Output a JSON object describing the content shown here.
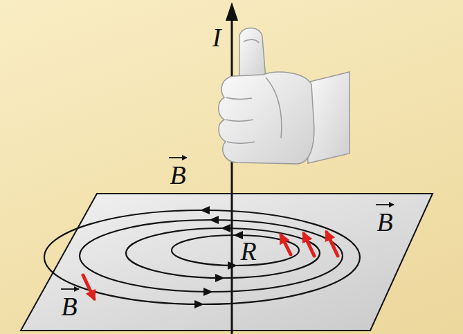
{
  "diagram": {
    "labels": [
      "I",
      "B",
      "B",
      "R",
      "B"
    ]
  }
}
